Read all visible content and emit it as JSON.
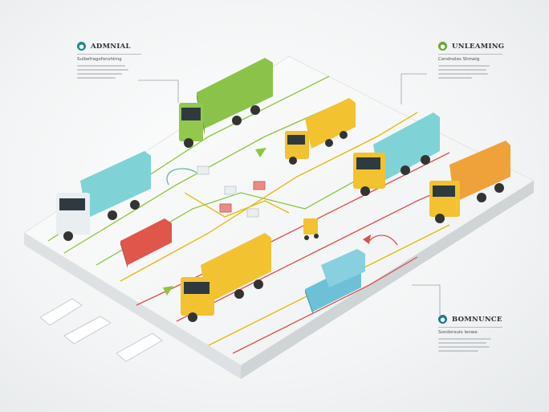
{
  "callouts": [
    {
      "title": "ADMNIAL",
      "subtitle": "Sulbefragofonshting",
      "badge_color": "#1f8a8a",
      "icon": "leaf-icon"
    },
    {
      "title": "UNLEAMING",
      "subtitle": "Cendnoles Shmeig",
      "badge_color": "#6aa72f",
      "icon": "leaf-icon"
    },
    {
      "title": "BOMNUNCE",
      "subtitle": "Sondorsuio lenwe",
      "badge_color": "#1f7a8a",
      "icon": "drop-icon"
    }
  ],
  "colors": {
    "platform": "#f7f8f9",
    "route_green": "#8cc63f",
    "route_red": "#d9534f",
    "route_yellow": "#e6b800",
    "truck_green": "#8bc34a",
    "truck_yellow": "#f2c230",
    "truck_teal": "#7fd3d6",
    "truck_orange": "#f0a23a",
    "container_red": "#e0564b",
    "container_blue": "#6cc1d6"
  }
}
